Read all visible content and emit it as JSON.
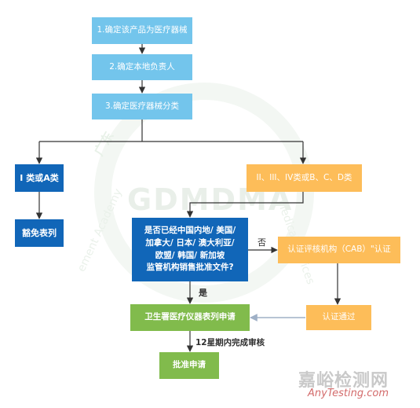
{
  "nodes": {
    "step1": "1.确定该产品为医疗器械",
    "step2": "2.确定本地负责人",
    "step3": "3.确定医疗器械分类",
    "class1": "I 类或A类",
    "exempt": "豁免表列",
    "class234": "II、III、IV类或B、C、D类",
    "question_lines": [
      "是否已经中国内地/ 美国/",
      "加拿大/ 日本/ 澳大利亚/",
      "欧盟/ 韩国/ 新加坡",
      "监管机构销售批准文件?"
    ],
    "cab": "认证评核机构（CAB）\"认证",
    "passed": "认证通过",
    "apply": "卫生署医疗仪器表列申请",
    "approve": "批准申请"
  },
  "edge_labels": {
    "no": "否",
    "yes": "是",
    "review": "12星期内完成审核"
  },
  "watermark": {
    "logo": "GDMDMA",
    "arc_left": "广东",
    "arc_right": "Medical Devices",
    "arc_bottom": "ement Academy",
    "site_cn": "嘉峪检测网",
    "site_url": "AnyTesting.com"
  },
  "colors": {
    "cyan": "#73c5ec",
    "blue": "#1166b8",
    "orange": "#fdbd59",
    "green": "#81bb4c",
    "line": "#333333",
    "return_line": "#9fb0c6"
  }
}
